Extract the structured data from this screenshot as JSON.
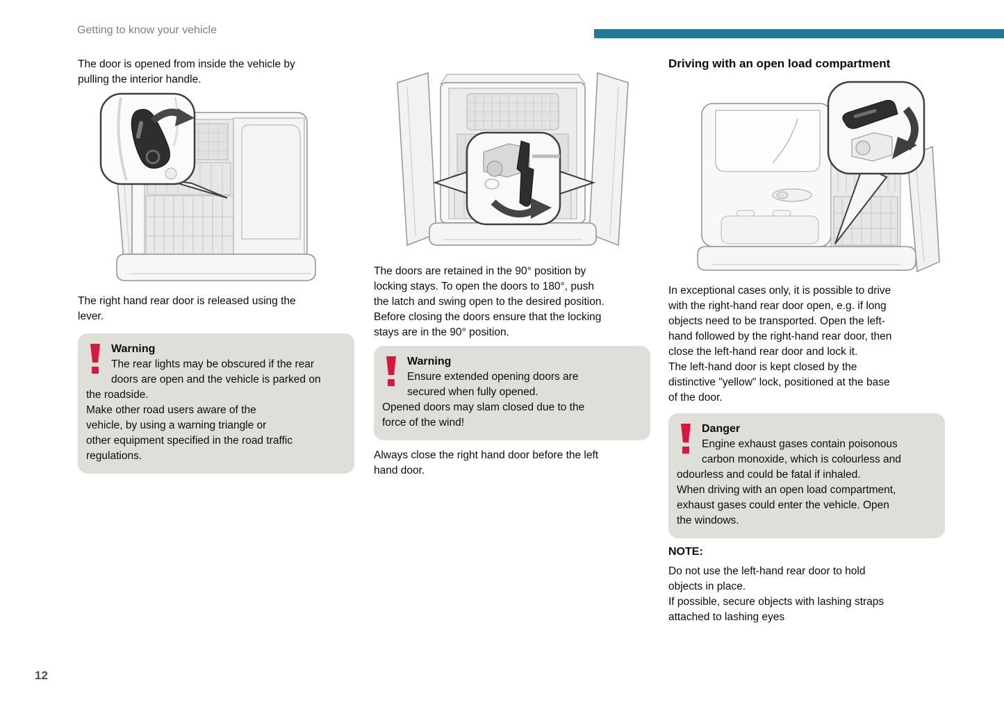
{
  "header": {
    "section_title": "Getting to know your vehicle"
  },
  "footer": {
    "page_number": "12"
  },
  "colors": {
    "accent_bar_teal": "#23798f",
    "alert_icon_red": "#d9163c",
    "alert_box_gray": "#dfdfd9",
    "body_text": "#0c0c0c",
    "header_gray": "#7f7f7f"
  },
  "icons": {
    "warning_icon": "exclamation-mark",
    "danger_icon": "exclamation-mark"
  },
  "illustrations": {
    "left": "van-rear-view-left-door-open-with-interior-handle-callout",
    "middle": "van-rear-view-both-doors-open-with-locking-stay-callout",
    "right": "van-rear-view-right-door-open-with-yellow-lock-callout"
  },
  "left_column": {
    "intro": "The door is opened from inside the vehicle by\npulling the interior handle.",
    "caption": "The right hand rear door is released using the\nlever.",
    "warning": {
      "title": "Warning",
      "body": "The rear lights may be obscured if the rear\ndoors are open and the vehicle is parked on\nthe roadside.\nMake other road users aware of the\nvehicle, by using a warning triangle or\nother equipment specified in the road traffic\nregulations."
    }
  },
  "middle_column": {
    "body": "The doors are retained in the 90° position by\nlocking stays. To open the doors to 180°, push\nthe latch and swing open to the desired position.\nBefore closing the doors ensure that the locking\nstays are in the 90° position.",
    "warning": {
      "title": "Warning",
      "body": "Ensure extended opening doors are\nsecured when fully opened.\nOpened doors may slam closed due to the\nforce of the wind!"
    },
    "closing": "Always close the right hand door before the left\nhand door."
  },
  "right_column": {
    "heading": "Driving with an open load compartment",
    "body": "In exceptional cases only, it is possible to drive\nwith the right-hand rear door open, e.g. if long\nobjects need to be transported. Open the left-\nhand followed by the right-hand rear door, then\nclose the left-hand rear door and lock it.\nThe left-hand door is kept closed by the\ndistinctive \"yellow\" lock, positioned at the base\nof the door.",
    "danger": {
      "title": "Danger",
      "body": "Engine exhaust gases contain poisonous\ncarbon monoxide, which is colourless and\nodourless and could be fatal if inhaled.\nWhen driving with an open load compartment,\nexhaust gases could enter the vehicle. Open\nthe windows."
    },
    "note_label": "NOTE:",
    "note_body": "Do not use the left-hand rear door to hold\nobjects in place.\nIf possible, secure objects with lashing straps\nattached to lashing eyes"
  }
}
